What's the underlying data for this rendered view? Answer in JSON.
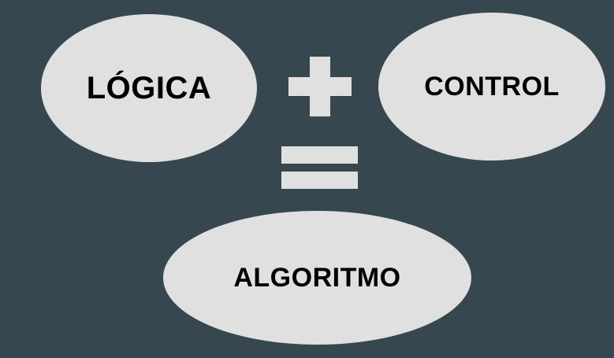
{
  "nodes": {
    "logica": "LÓGICA",
    "control": "CONTROL",
    "algoritmo": "ALGORITMO"
  },
  "operators": {
    "plus": "plus-sign",
    "equals": "equals-sign"
  },
  "colors": {
    "background": "#37474f",
    "shape_fill": "#e0e0e0",
    "text": "#000000"
  }
}
